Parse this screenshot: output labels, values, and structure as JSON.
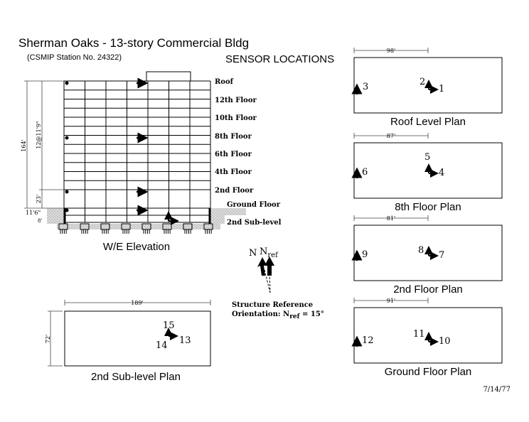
{
  "title": "Sherman Oaks - 13-story Commercial Bldg",
  "subtitle": "(CSMIP Station No. 24322)",
  "heading": "SENSOR LOCATIONS",
  "date": "7/14/77",
  "elevation": {
    "label": "W/E Elevation",
    "floors": [
      "Roof",
      "12th Floor",
      "10th Floor",
      "8th Floor",
      "6th Floor",
      "4th Floor",
      "2nd Floor",
      "Ground Floor",
      "2nd Sub-level"
    ],
    "dims": {
      "total": "164'",
      "typical": "12@11'9\"",
      "first": "23'",
      "sub1": "11'6\"",
      "sub2": "8'"
    }
  },
  "compass": {
    "n": "N",
    "nref": "N",
    "nref_sub": "ref",
    "caption1": "Structure Reference",
    "caption2": "Orientation: N",
    "caption2_sub": "ref",
    "caption2_tail": " = 15°"
  },
  "plans": {
    "roof": {
      "label": "Roof Level Plan",
      "dim": "98'",
      "sensors": [
        "1",
        "2",
        "3"
      ]
    },
    "eighth": {
      "label": "8th Floor Plan",
      "dim": "87'",
      "sensors": [
        "4",
        "5",
        "6"
      ]
    },
    "second": {
      "label": "2nd Floor Plan",
      "dim": "81'",
      "sensors": [
        "7",
        "8",
        "9"
      ]
    },
    "ground": {
      "label": "Ground Floor Plan",
      "dim": "91'",
      "sensors": [
        "10",
        "11",
        "12"
      ]
    },
    "sublevel": {
      "label": "2nd Sub-level Plan",
      "dim_len": "189'",
      "dim_wid": "72'",
      "sensors": [
        "13",
        "14",
        "15"
      ]
    }
  }
}
